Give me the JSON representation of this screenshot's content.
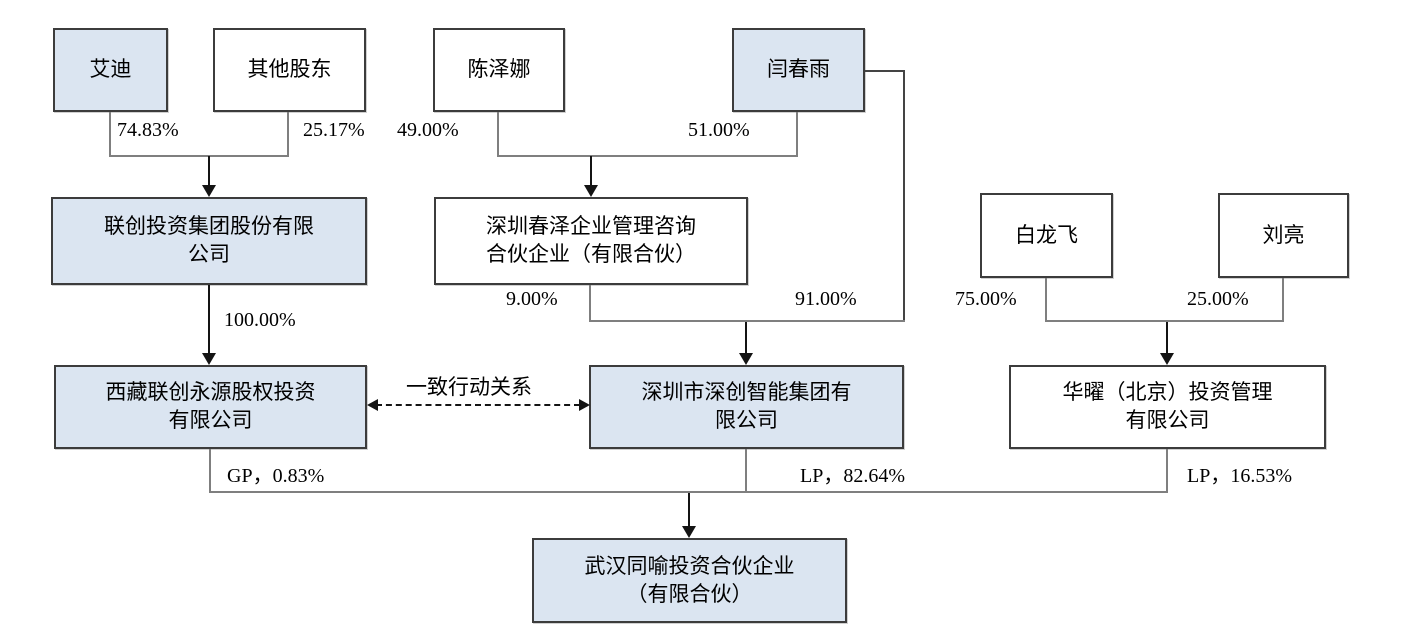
{
  "diagram": {
    "type": "equity-ownership-structure",
    "colors": {
      "shaded_box_fill": "#dbe5f1",
      "plain_box_fill": "#ffffff",
      "box_border": "#3c3c3c",
      "connector_gray": "#7f7f7f",
      "arrow_black": "#141414"
    },
    "nodes": {
      "aidi": {
        "label": "艾迪",
        "shaded": true
      },
      "other_shareholders": {
        "label": "其他股东",
        "shaded": false
      },
      "chen_zena": {
        "label": "陈泽娜",
        "shaded": false
      },
      "yan_chunyu": {
        "label": "闫春雨",
        "shaded": true
      },
      "lianchuang": {
        "label": "联创投资集团股份有限\n公司",
        "shaded": true
      },
      "chunze": {
        "label": "深圳春泽企业管理咨询\n合伙企业（有限合伙）",
        "shaded": false
      },
      "bai_longfei": {
        "label": "白龙飞",
        "shaded": false
      },
      "liu_liang": {
        "label": "刘亮",
        "shaded": false
      },
      "xizang": {
        "label": "西藏联创永源股权投资\n有限公司",
        "shaded": true
      },
      "shenchuang": {
        "label": "深圳市深创智能集团有\n限公司",
        "shaded": true
      },
      "huayao": {
        "label": "华曜（北京）投资管理\n有限公司",
        "shaded": false
      },
      "wuhan": {
        "label": "武汉同喻投资合伙企业\n（有限合伙）",
        "shaded": true
      }
    },
    "edge_labels": {
      "aidi_to_lianchuang": "74.83%",
      "other_to_lianchuang": "25.17%",
      "chen_to_chunze": "49.00%",
      "yan_to_chunze": "51.00%",
      "lianchuang_to_xizang": "100.00%",
      "chunze_to_shenchuang": "9.00%",
      "yan_to_shenchuang": "91.00%",
      "bai_to_huayao": "75.00%",
      "liu_to_huayao": "25.00%",
      "xizang_to_wuhan": "GP，0.83%",
      "shenchuang_to_wuhan": "LP，82.64%",
      "huayao_to_wuhan": "LP，16.53%"
    },
    "relationship_label": "一致行动关系"
  }
}
